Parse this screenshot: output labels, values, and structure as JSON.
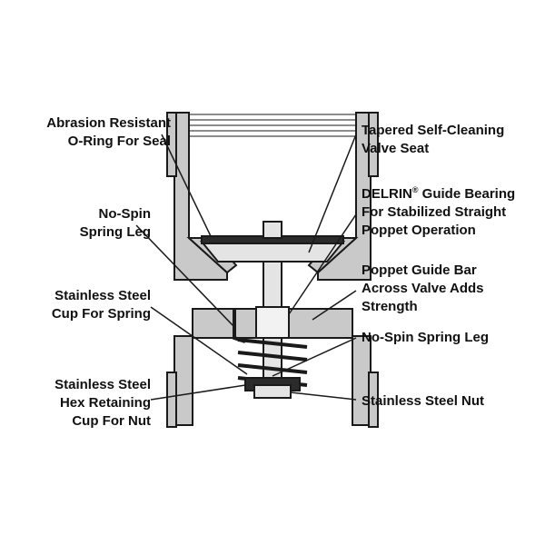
{
  "labels": {
    "oring": {
      "line1": "Abrasion Resistant",
      "line2": "O-Ring For Seal"
    },
    "nospin_left": {
      "line1": "No-Spin",
      "line2": "Spring Leg"
    },
    "cup_spring": {
      "line1": "Stainless Steel",
      "line2": "Cup For Spring"
    },
    "hex_cup": {
      "line1": "Stainless Steel",
      "line2": "Hex Retaining",
      "line3": "Cup For Nut"
    },
    "valve_seat": {
      "line1": "Tapered Self-Cleaning",
      "line2": "Valve Seat"
    },
    "delrin": {
      "brand": "DELRIN",
      "mark": "®",
      "line1_rest": "Guide Bearing",
      "line2": "For Stabilized Straight",
      "line3": "Poppet Operation"
    },
    "guide_bar": {
      "line1": "Poppet Guide Bar",
      "line2": "Across Valve Adds",
      "line3": "Strength"
    },
    "nospin_right": {
      "line1": "No-Spin Spring Leg"
    },
    "steel_nut": {
      "line1": "Stainless Steel Nut"
    }
  },
  "colors": {
    "body_fill": "#c9c9c9",
    "outline": "#1a1a1a",
    "dark_part": "#2b2b2b",
    "light_part": "#e4e4e4"
  }
}
